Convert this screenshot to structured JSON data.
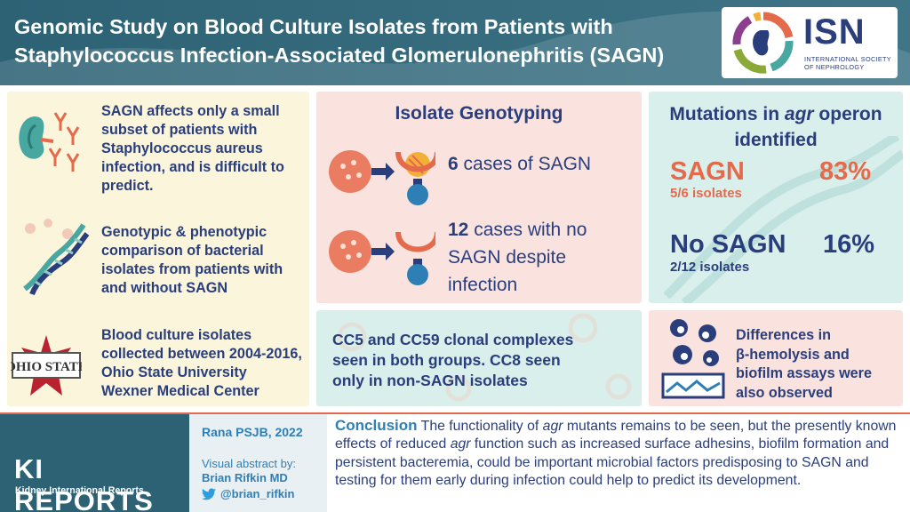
{
  "header": {
    "title_line1": "Genomic Study on Blood Culture Isolates from Patients with",
    "title_line2": "Staphylococcus Infection-Associated Glomerulonephritis (SAGN)",
    "logo_acronym": "ISN",
    "logo_sub_line1": "INTERNATIONAL SOCIETY",
    "logo_sub_line2": "OF NEPHROLOGY"
  },
  "left_panel": {
    "items": [
      {
        "icon": "kidney-antibody-icon",
        "lines": [
          "SAGN affects only a small",
          "subset of patients with",
          "Staphylococcus aureus",
          "infection, and is difficult to",
          "predict."
        ]
      },
      {
        "icon": "dna-helix-icon",
        "lines": [
          "Genotypic & phenotypic",
          "comparison of bacterial",
          "isolates from patients with",
          "and without SAGN"
        ]
      },
      {
        "icon": "ohio-state-logo-icon",
        "lines": [
          "Blood culture isolates",
          "collected between 2004-2016,",
          "Ohio State University",
          "Wexner Medical Center"
        ]
      }
    ]
  },
  "genotyping": {
    "title": "Isolate Genotyping",
    "case1_num": "6",
    "case1_rest": " cases of SAGN",
    "case2_num": "12",
    "case2_line1_rest": " cases with no",
    "case2_line2": "SAGN despite",
    "case2_line3": "infection"
  },
  "mutations": {
    "title_line1_pre": "Mutations in ",
    "title_line1_em": "agr",
    "title_line1_post": " operon",
    "title_line2": "identified",
    "sagn_label": "SAGN",
    "sagn_pct": "83%",
    "sagn_sub": "5/6 isolates",
    "nosagn_label": "No SAGN",
    "nosagn_pct": "16%",
    "nosagn_sub": "2/12 isolates"
  },
  "clonal": {
    "lines": [
      "CC5 and CC59 clonal complexes",
      "seen in both groups. CC8 seen",
      "only in non-SAGN isolates"
    ]
  },
  "differences": {
    "lines": [
      "Differences in",
      "β-hemolysis and",
      "biofilm assays were",
      "also observed"
    ]
  },
  "footer": {
    "brand": "KI REPORTS",
    "brand_sub": "Kidney International Reports",
    "reference": "Rana PSJB, 2022",
    "visual_by": "Visual abstract by:",
    "author": "Brian Rifkin MD",
    "handle": "@brian_rifkin",
    "conclusion_label": "Conclusion",
    "conclusion_parts": [
      " The functionality of ",
      "agr",
      " mutants remains to be seen, but the presently known effects of reduced ",
      "agr",
      " function such as increased surface adhesins, biofilm formation and persistent bacteremia, could be important microbial factors predisposing to SAGN and testing for them early during infection could help to predict its development."
    ]
  },
  "colors": {
    "header_bg": "#2d6275",
    "navy_text": "#2a3e7c",
    "accent_orange": "#e56a4b",
    "yellow_panel": "#fbf5dc",
    "pink_panel": "#fae3de",
    "teal_panel": "#d9efec",
    "blue_link": "#2e7fb5"
  }
}
